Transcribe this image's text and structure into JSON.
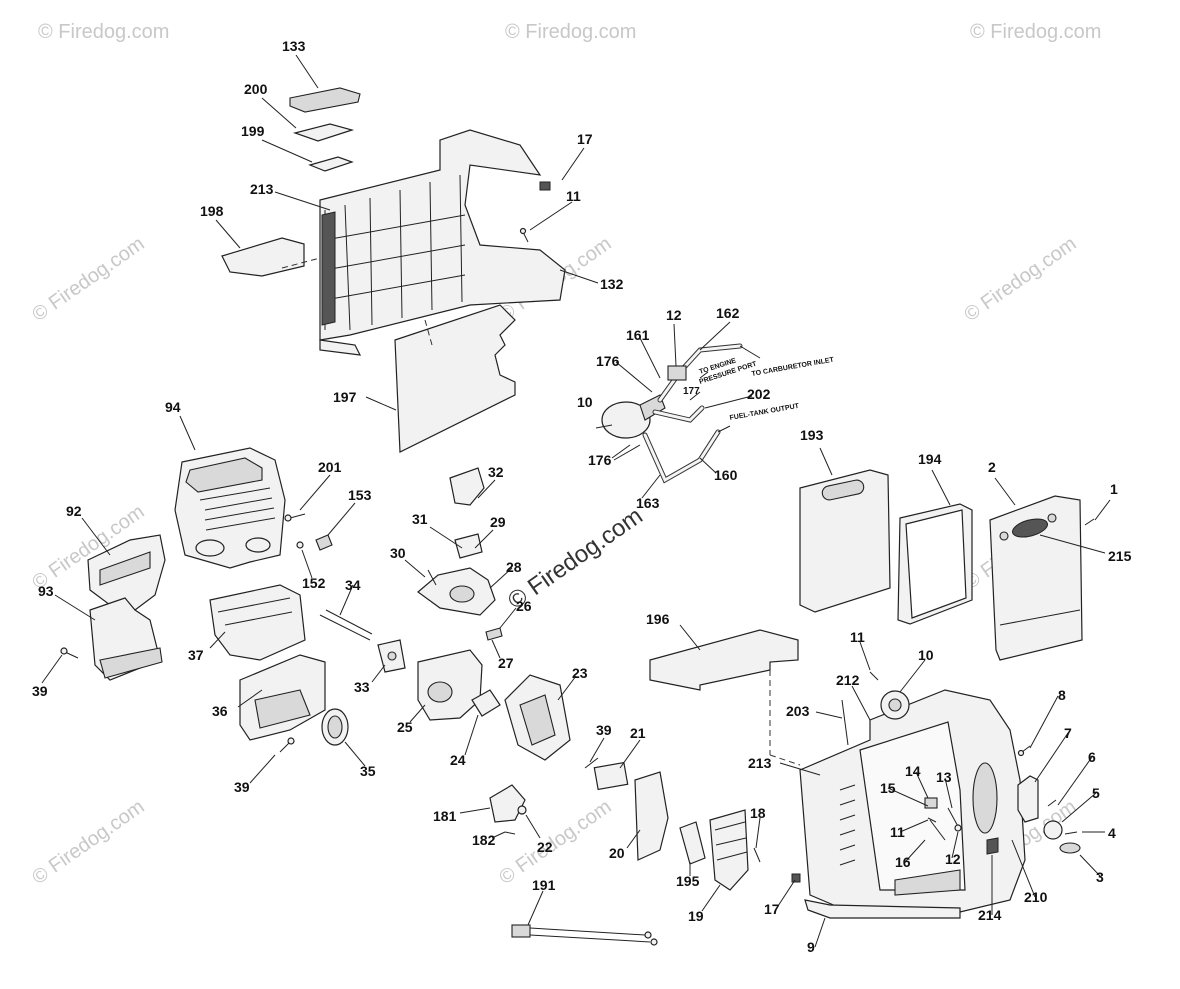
{
  "watermarks": {
    "small": "© Firedog.com",
    "center": "© Firedog.com"
  },
  "notes": {
    "to_carburetor_inlet": "TO CARBURETOR INLET",
    "to_engine_pressure_port_1": "TO ENGINE",
    "to_engine_pressure_port_2": "PRESSURE PORT",
    "fuel_tank_output": "FUEL-TANK OUTPUT"
  },
  "callouts": [
    "133",
    "200",
    "199",
    "213",
    "198",
    "17",
    "11",
    "132",
    "197",
    "12",
    "162",
    "161",
    "176",
    "10",
    "177",
    "202",
    "176",
    "163",
    "160",
    "193",
    "194",
    "2",
    "1",
    "215",
    "94",
    "201",
    "153",
    "152",
    "92",
    "93",
    "39",
    "37",
    "36",
    "35",
    "39",
    "32",
    "31",
    "29",
    "30",
    "28",
    "34",
    "26",
    "27",
    "33",
    "25",
    "24",
    "23",
    "39",
    "21",
    "181",
    "182",
    "22",
    "20",
    "195",
    "19",
    "18",
    "17",
    "191",
    "196",
    "11",
    "10",
    "212",
    "203",
    "8",
    "213",
    "7",
    "6",
    "5",
    "4",
    "3",
    "14",
    "13",
    "15",
    "11",
    "16",
    "12",
    "214",
    "210",
    "9"
  ]
}
